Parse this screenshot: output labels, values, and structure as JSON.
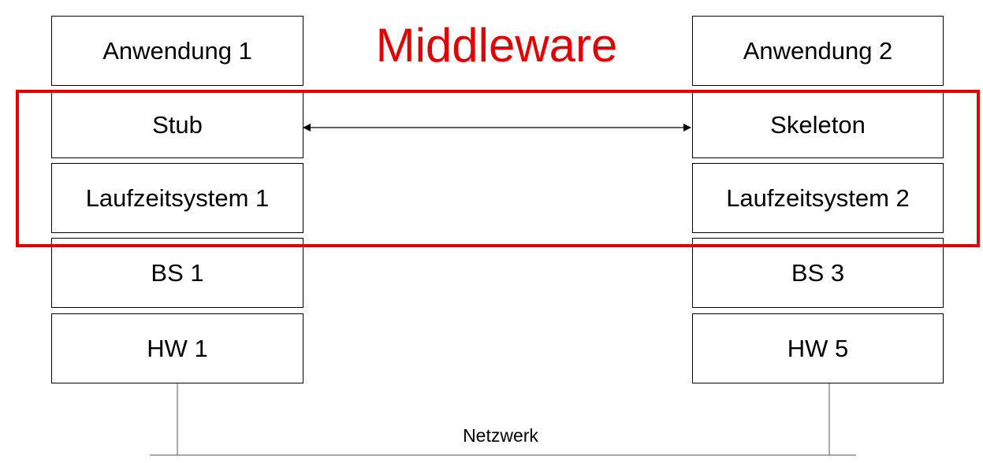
{
  "title": "Middleware",
  "left_stack": {
    "app": "Anwendung 1",
    "stub": "Stub",
    "runtime": "Laufzeitsystem 1",
    "os": "BS 1",
    "hw": "HW 1"
  },
  "right_stack": {
    "app": "Anwendung 2",
    "skeleton": "Skeleton",
    "runtime": "Laufzeitsystem 2",
    "os": "BS 3",
    "hw": "HW 5"
  },
  "network_label": "Netzwerk",
  "colors": {
    "middleware": "#e00000",
    "lines": "#000000"
  }
}
